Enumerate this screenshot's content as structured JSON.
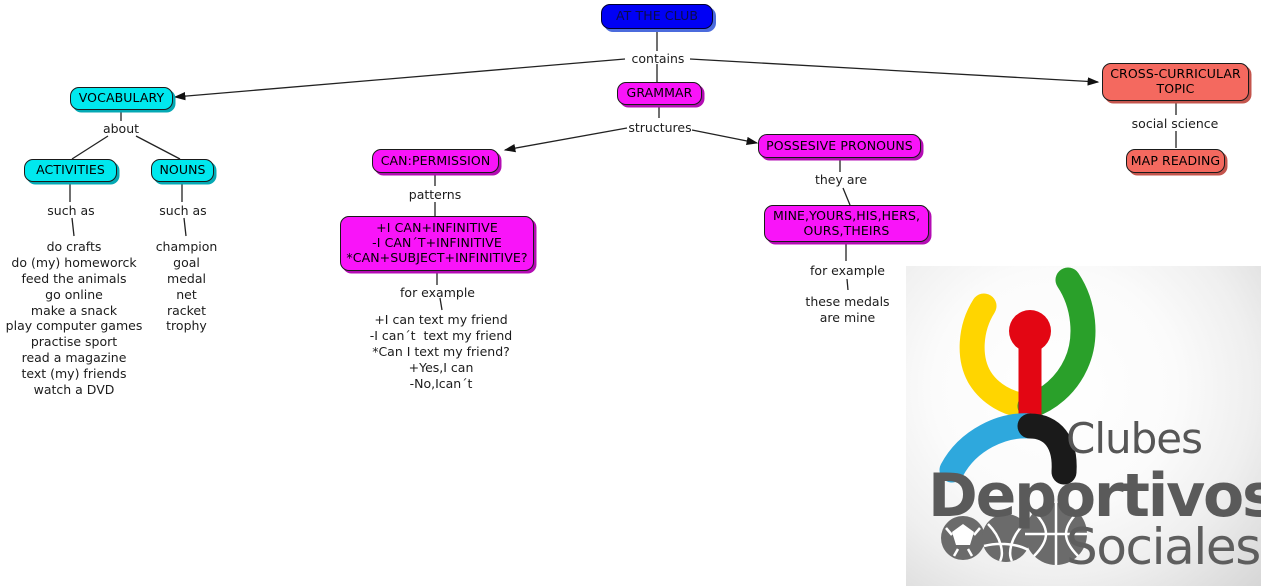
{
  "diagram": {
    "title": "AT THE CLUB",
    "nodes": {
      "root": {
        "label": "AT THE CLUB",
        "color": "#0000f5"
      },
      "vocabulary": {
        "label": "VOCABULARY",
        "color": "#00e8ee"
      },
      "activities": {
        "label": "ACTIVITIES",
        "color": "#00e8ee"
      },
      "nouns": {
        "label": "NOUNS",
        "color": "#00e8ee"
      },
      "grammar": {
        "label": "GRAMMAR",
        "color": "#f914f9"
      },
      "can_permission": {
        "label": "CAN:PERMISSION",
        "color": "#f914f9"
      },
      "can_patterns": {
        "label": "+I CAN+INFINITIVE\n-I CAN´T+INFINITIVE\n*CAN+SUBJECT+INFINITIVE?",
        "color": "#f914f9"
      },
      "possesive_pronouns": {
        "label": "POSSESIVE PRONOUNS",
        "color": "#f914f9"
      },
      "pronoun_list": {
        "label": "MINE,YOURS,HIS,HERS,\nOURS,THEIRS",
        "color": "#f914f9"
      },
      "cross_curricular": {
        "label": "CROSS-CURRICULAR\nTOPIC",
        "color": "#f4695f"
      },
      "map_reading": {
        "label": "MAP READING",
        "color": "#f4695f"
      }
    },
    "link_labels": {
      "contains": "contains",
      "about": "about",
      "such_as_activities": "such as",
      "such_as_nouns": "such as",
      "structures": "structures",
      "patterns": "patterns",
      "for_example_can": "for example",
      "they_are": "they are",
      "for_example_pronouns": "for example",
      "social_science": "social science"
    },
    "leaves": {
      "activities_list": "do crafts\ndo (my) homeworck\nfeed the animals\ngo online\nmake a snack\nplay computer games\npractise sport\nread a magazine\ntext (my) friends\nwatch a DVD",
      "nouns_list": "champion\ngoal\nmedal\nnet\nracket\ntrophy",
      "can_examples": "+I can text my friend\n-I can´t  text my friend\n*Can I text my friend?\n+Yes,I can\n-No,Ican´t",
      "pronoun_example": "these medals\nare mine"
    }
  },
  "logo": {
    "line1": "Clubes",
    "line2": "Deportivos",
    "line3": "Sociales",
    "colors": {
      "head_and_torso": "#e30613",
      "left_arm": "#ffd500",
      "right_arm": "#2aa02a",
      "left_leg": "#2ea8dd",
      "right_leg": "#1a1a1a"
    }
  }
}
